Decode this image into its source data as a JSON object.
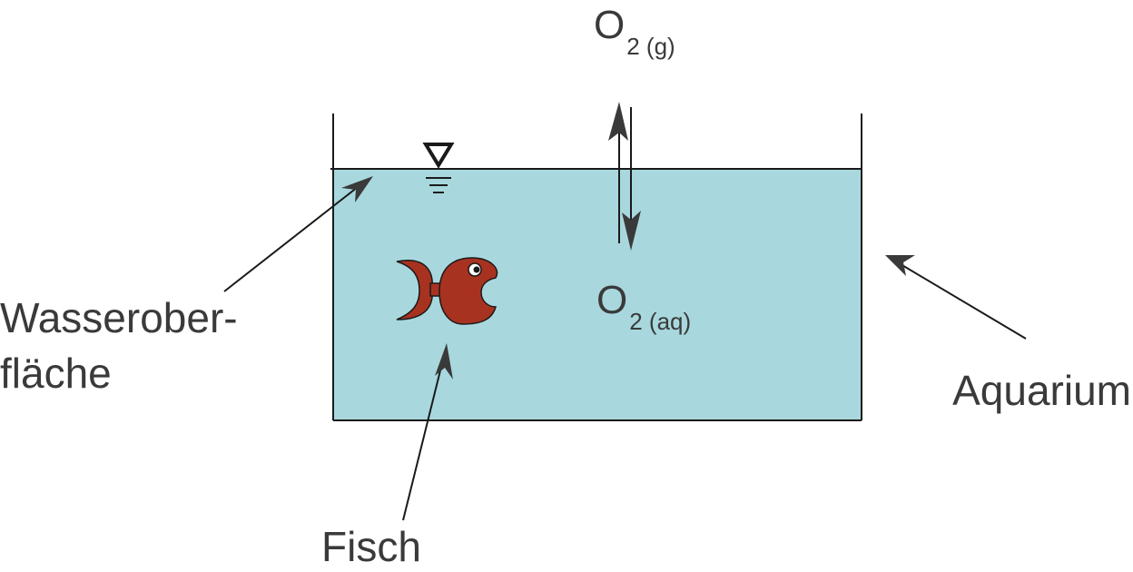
{
  "diagram": {
    "o2_gas": {
      "symbol": "O",
      "subscript": "2 (g)"
    },
    "o2_aq": {
      "symbol": "O",
      "subscript": "2 (aq)"
    },
    "label_surface_line1": "Wasserober-",
    "label_surface_line2": "fläche",
    "label_fish": "Fisch",
    "label_aquarium": "Aquarium"
  },
  "colors": {
    "water": "#a8d8de",
    "fish": "#a83220",
    "line": "#1a1a1a",
    "text": "#3a3a3a"
  }
}
